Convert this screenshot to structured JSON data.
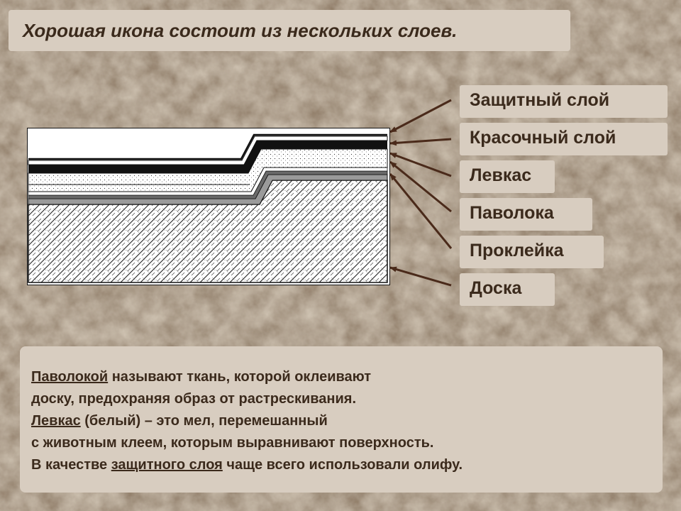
{
  "title": "Хорошая икона состоит из нескольких слоев.",
  "layers": [
    {
      "label": "Защитный слой"
    },
    {
      "label": "Красочный слой"
    },
    {
      "label": "Левкас"
    },
    {
      "label": "Паволока"
    },
    {
      "label": "Проклейка"
    },
    {
      "label": "Доска"
    }
  ],
  "description": {
    "line1_term": "Паволокой",
    "line1_rest": " называют ткань, которой оклеивают",
    "line2": "доску, предохраняя образ от растрескивания.",
    "line3_term": "Левкас",
    "line3_rest": " (белый) – это мел, перемешанный",
    "line4": "с животным клеем, которым выравнивают поверхность.",
    "line5_start": "В качестве ",
    "line5_term": "защитного слоя",
    "line5_rest": " чаще всего использовали олифу."
  },
  "colors": {
    "background": "#a08d74",
    "panel": "#d8cdc0",
    "text": "#3b2a1c",
    "arrow": "#4a2a1a"
  }
}
